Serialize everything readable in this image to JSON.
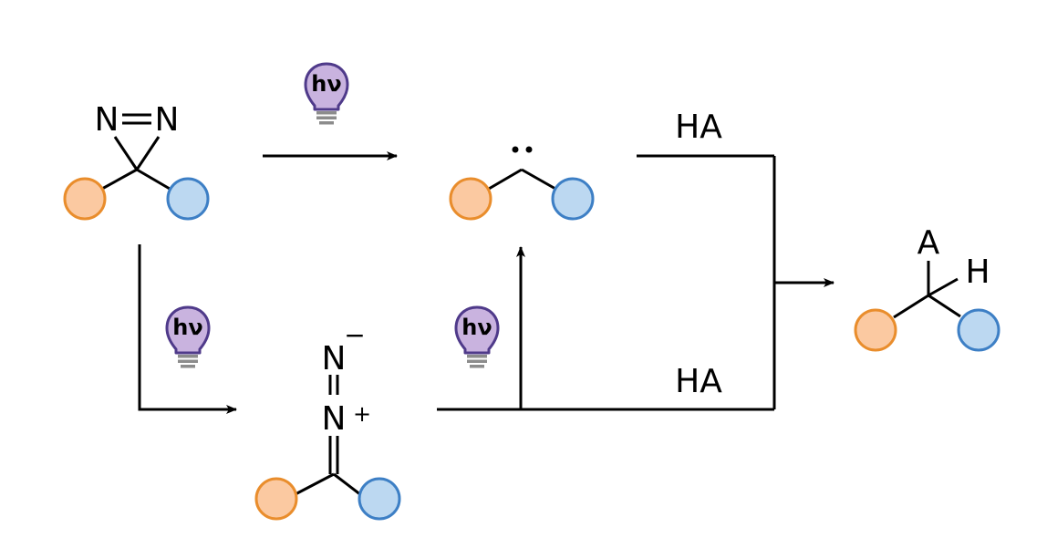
{
  "diazirine": {
    "n_left": "N",
    "n_right": "N"
  },
  "diazo": {
    "n_top": "N",
    "n_top_charge": "−",
    "n_bottom": "N",
    "n_bottom_charge": "+"
  },
  "reagents": {
    "top": "HA",
    "bottom": "HA"
  },
  "product": {
    "a_label": "A",
    "h_label": "H"
  },
  "light_label": "hν",
  "colors": {
    "orange_fill": "#fbc9a1",
    "orange_stroke": "#e98d2c",
    "blue_fill": "#bcd8f1",
    "blue_stroke": "#3d7fc5",
    "bulb_fill": "#c9b3df",
    "bulb_stroke": "#4f3a8a",
    "bulb_base": "#8c8c8c"
  }
}
